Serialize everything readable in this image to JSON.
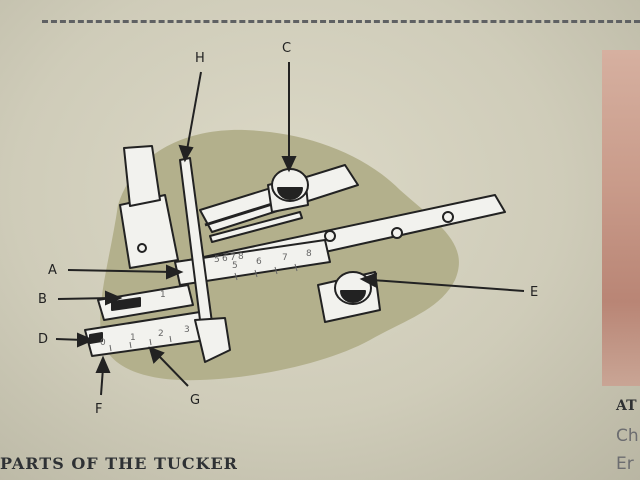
{
  "caption": "PARTS OF THE TUCKER",
  "side_text": {
    "line1": "AT",
    "line2": "Ch",
    "line3": "Er"
  },
  "labels": {
    "a": "A",
    "b": "B",
    "c": "C",
    "d": "D",
    "e": "E",
    "f": "F",
    "g": "G",
    "h": "H"
  },
  "scales": {
    "upper": [
      "5",
      "6",
      "7",
      "8"
    ],
    "upper_small": [
      "5",
      "6",
      "7",
      "8"
    ],
    "lower": [
      "0",
      "1",
      "2",
      "3"
    ],
    "middle": [
      "1"
    ]
  },
  "colors": {
    "backdrop_blob": "#b3b08c",
    "metal": "#f2f2ee",
    "ink": "#222222"
  }
}
